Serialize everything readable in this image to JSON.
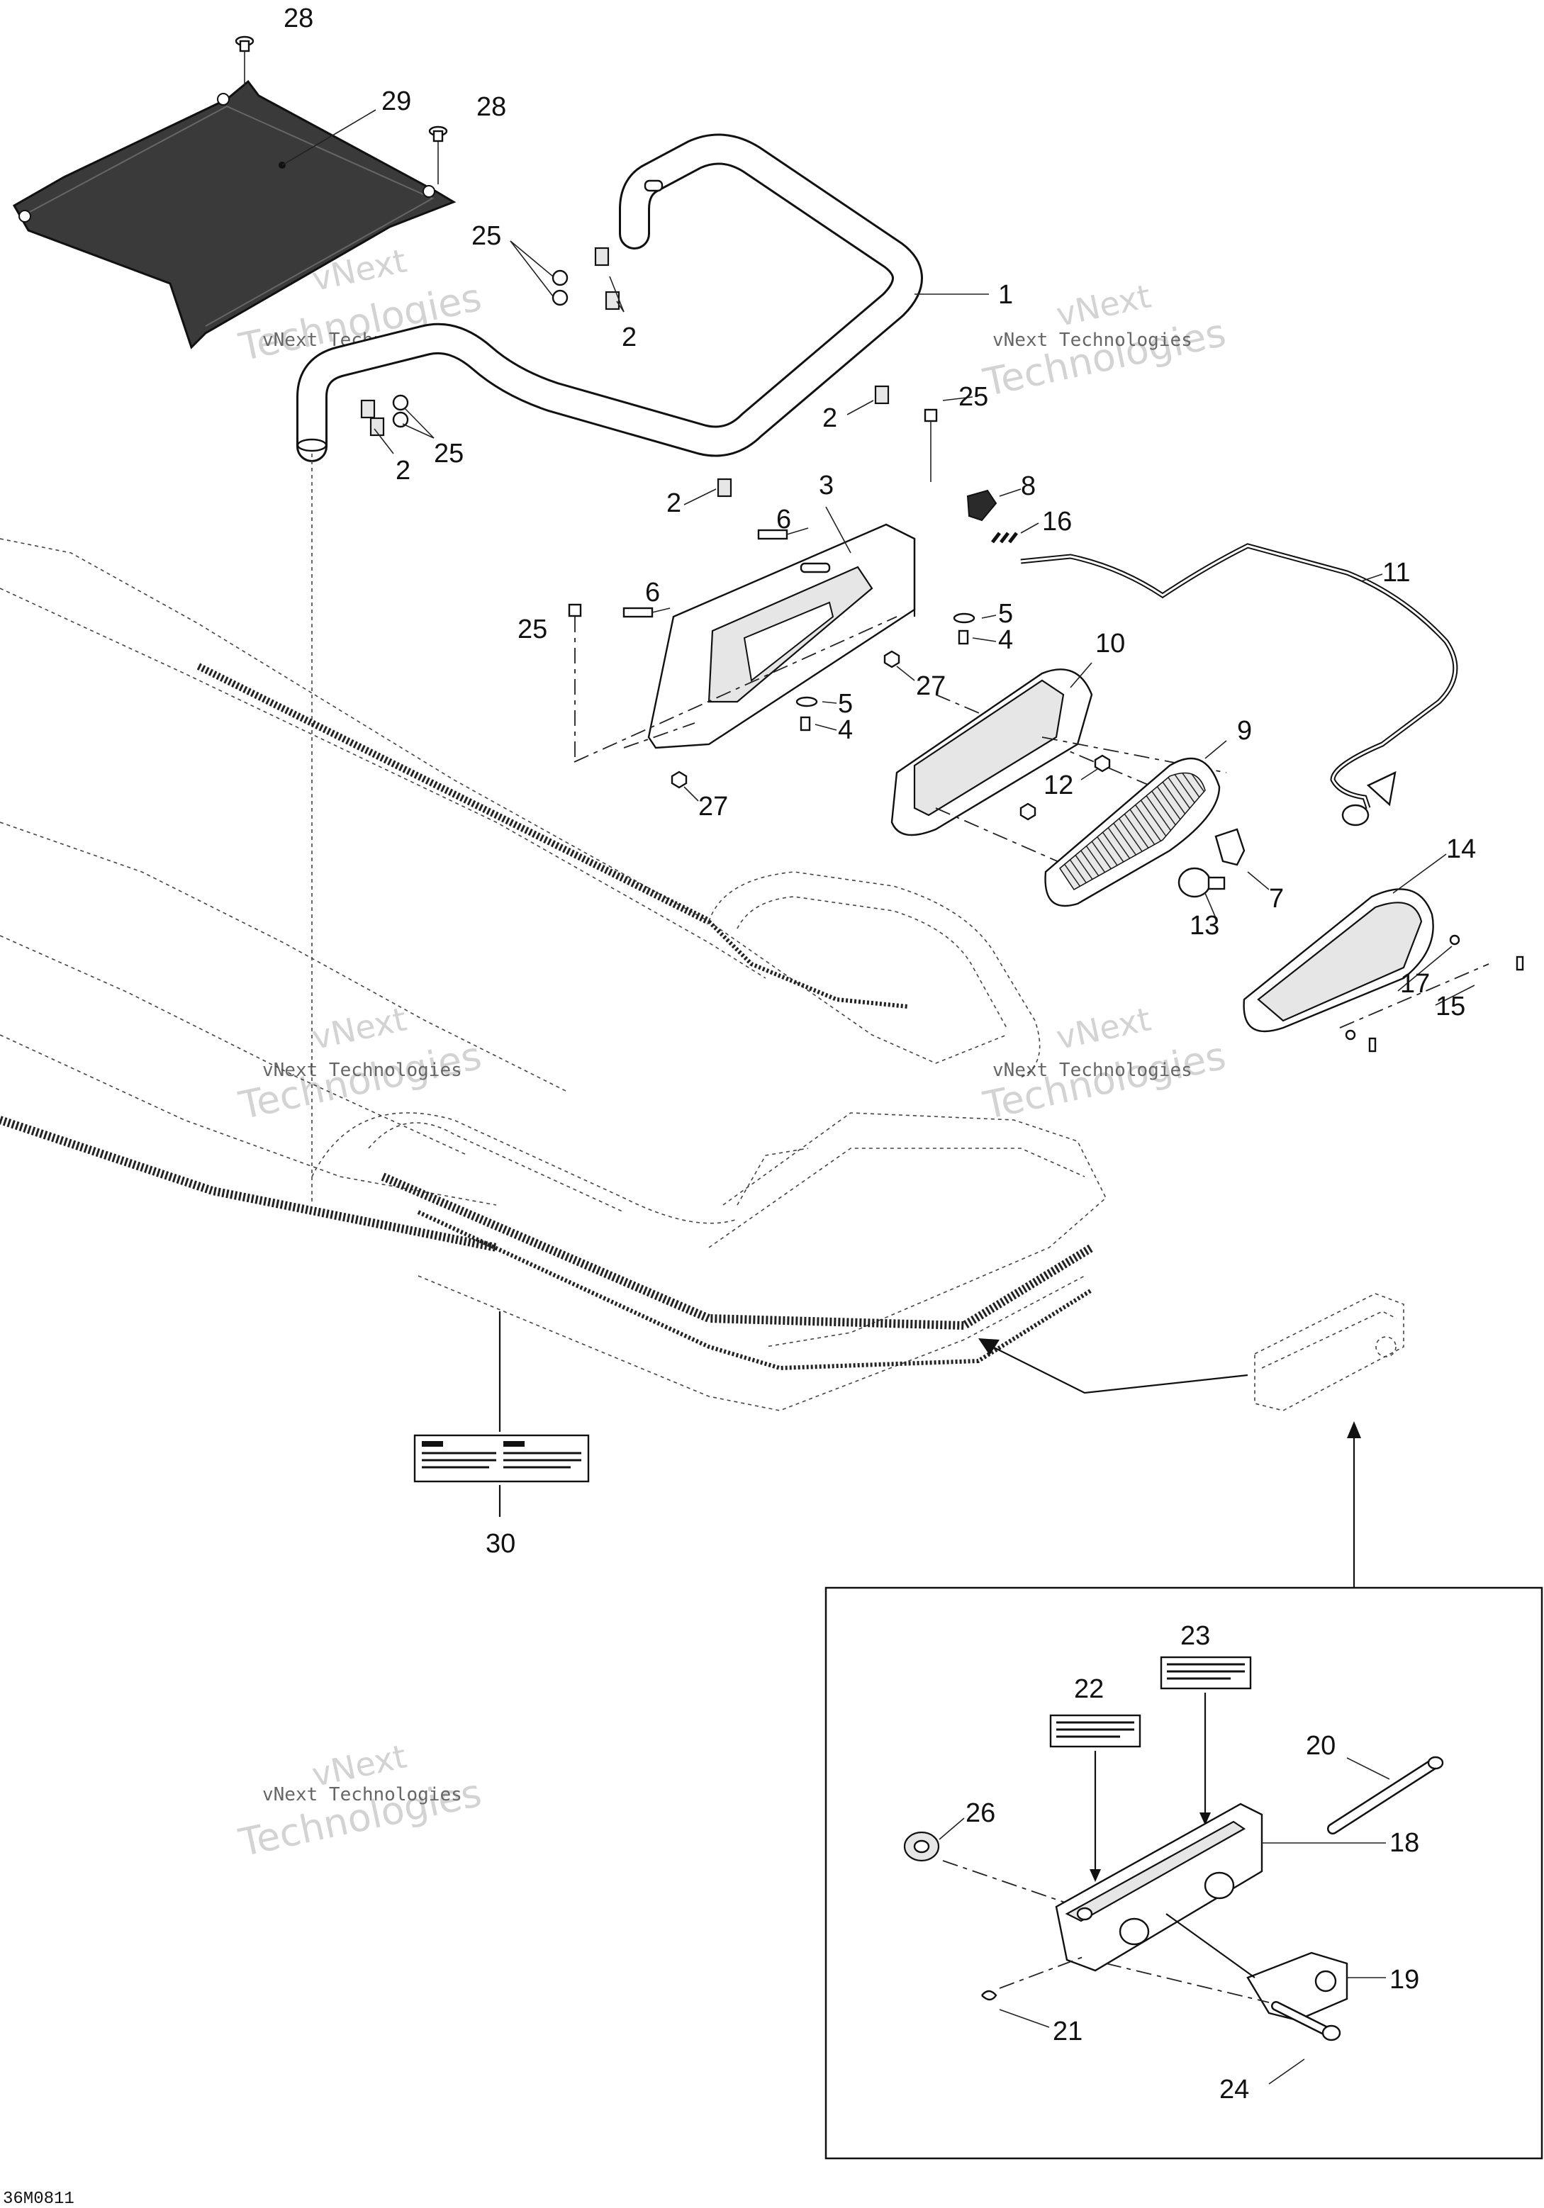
{
  "callouts": {
    "c1": "1",
    "c2a": "2",
    "c2b": "2",
    "c2c": "2",
    "c2d": "2",
    "c3": "3",
    "c4a": "4",
    "c4b": "4",
    "c5a": "5",
    "c5b": "5",
    "c6a": "6",
    "c6b": "6",
    "c7": "7",
    "c8": "8",
    "c9": "9",
    "c10": "10",
    "c11": "11",
    "c12": "12",
    "c13": "13",
    "c14": "14",
    "c15": "15",
    "c16": "16",
    "c17": "17",
    "c18": "18",
    "c19": "19",
    "c20": "20",
    "c21": "21",
    "c22": "22",
    "c23": "23",
    "c24": "24",
    "c25a": "25",
    "c25b": "25",
    "c25c": "25",
    "c25d": "25",
    "c26": "26",
    "c27a": "27",
    "c27b": "27",
    "c28a": "28",
    "c28b": "28",
    "c29": "29",
    "c30": "30"
  },
  "watermark": {
    "text": "vNext Technologies",
    "big_top": "vNext",
    "big_bottom": "Technologies"
  },
  "drawing_code": "36M0811"
}
